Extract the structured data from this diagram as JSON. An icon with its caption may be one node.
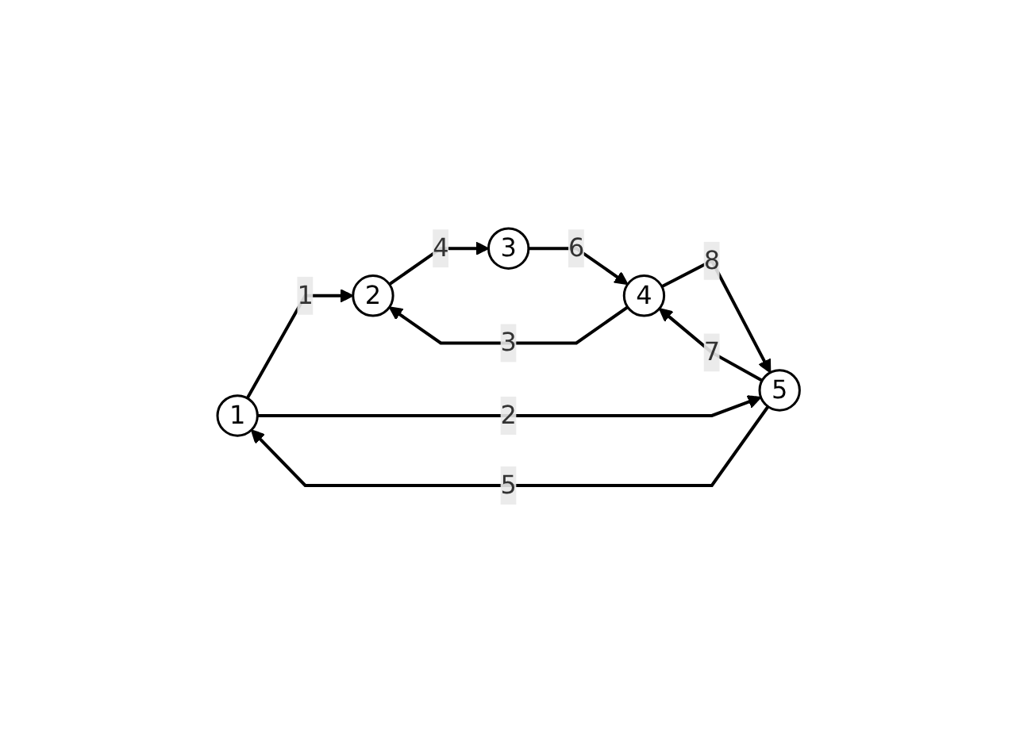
{
  "diagram": {
    "nodes": [
      {
        "text": [
          "1"
        ]
      },
      {
        "text": [
          "2"
        ]
      },
      {
        "text": [
          "3"
        ]
      },
      {
        "text": [
          "4"
        ]
      },
      {
        "text": [
          "5"
        ]
      }
    ],
    "edges": [
      {
        "from": 0,
        "to": 1,
        "arrow": "to",
        "label": "1"
      },
      {
        "from": 0,
        "to": 4,
        "arrow": "to",
        "label": "2"
      },
      {
        "from": 4,
        "to": 0,
        "arrow": "to",
        "label": "5"
      },
      {
        "from": 1,
        "to": 2,
        "arrow": "to",
        "label": "4"
      },
      {
        "from": 2,
        "to": 3,
        "arrow": "to",
        "label": "6"
      },
      {
        "from": 3,
        "to": 1,
        "arrow": "to",
        "label": "3"
      },
      {
        "from": 4,
        "to": 3,
        "arrow": "to",
        "label": "7"
      },
      {
        "from": 3,
        "to": 4,
        "arrow": "to",
        "label": "8"
      }
    ]
  }
}
